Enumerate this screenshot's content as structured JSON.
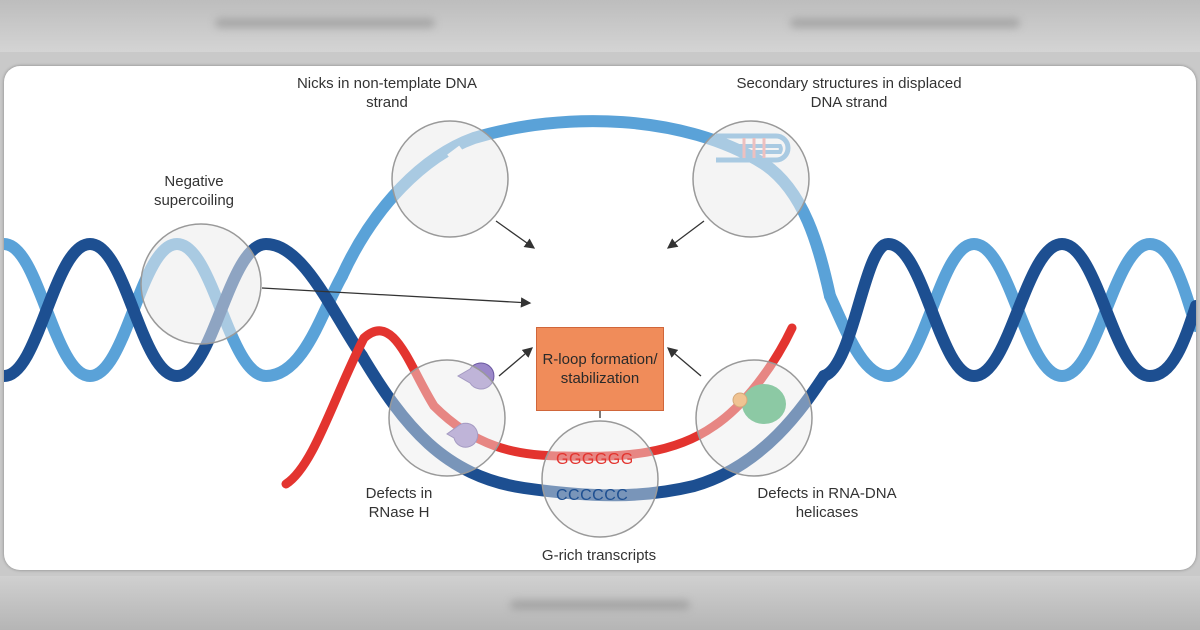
{
  "diagram": {
    "center_label": "R-loop formation/ stabilization",
    "labels": {
      "nicks": "Nicks in non-template DNA strand",
      "secondary": "Secondary structures in displaced DNA strand",
      "supercoiling": "Negative supercoiling",
      "rnase": "Defects in RNase H",
      "g_rich": "G-rich transcripts",
      "helicases": "Defects in RNA-DNA helicases"
    },
    "sequences": {
      "rna": "GGGGGG",
      "dna": "CCCCCC"
    },
    "colors": {
      "dark_strand": "#1d4f91",
      "light_strand": "#5aa2d8",
      "rna_strand": "#e3342f",
      "center_box": "#f08c5a",
      "enzyme": "#9b88c9",
      "helicase": "#3fae6b"
    }
  }
}
